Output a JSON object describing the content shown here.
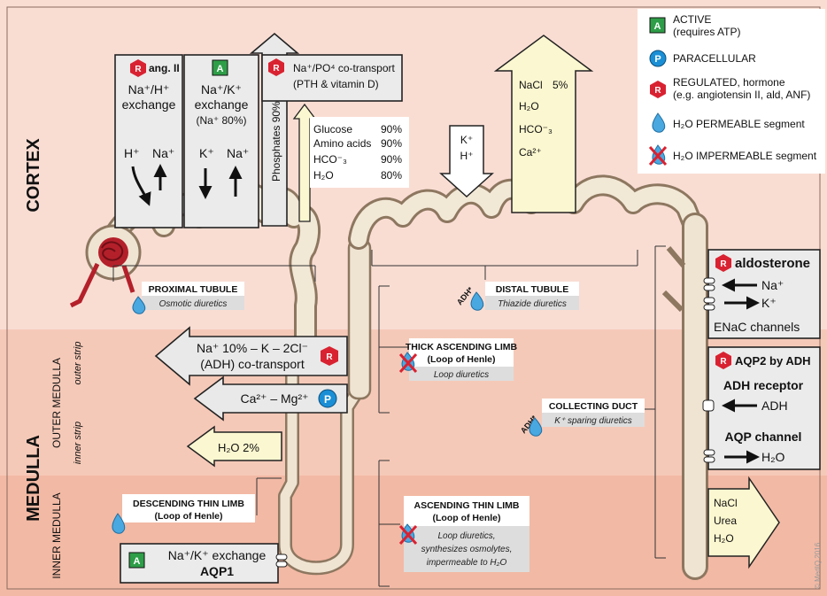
{
  "zones": {
    "cortex": "CORTEX",
    "medulla": "MEDULLA",
    "outer_medulla": "OUTER MEDULLA",
    "inner_medulla": "INNER MEDULLA",
    "outer_strip": "outer strip",
    "inner_strip": "inner strip"
  },
  "colors": {
    "cortex_bg": "#f9ddd3",
    "outer_bg": "#f5c9b8",
    "inner_bg": "#f2b9a4",
    "active_green": "#2e9e48",
    "regulated_red": "#d92231",
    "paracellular_blue": "#1a8fd6",
    "water_blue": "#4aa8e0",
    "nacl_arrow": "#fbf7d0"
  },
  "legend": {
    "active": {
      "badge": "A",
      "line1": "ACTIVE",
      "line2": "(requires ATP)"
    },
    "paracellular": {
      "badge": "P",
      "text": "PARACELLULAR"
    },
    "regulated": {
      "badge": "R",
      "line1": "REGULATED, hormone",
      "line2": "(e.g. angiotensin II, ald, ANF)"
    },
    "h2o_permeable": "H₂O PERMEABLE segment",
    "h2o_impermeable": "H₂O IMPERMEABLE segment"
  },
  "proximal": {
    "ang_box": {
      "badge": "R",
      "hormone": "ang. II",
      "line1": "Na⁺/H⁺",
      "line2": "exchange",
      "ion1": "H⁺",
      "ion2": "Na⁺"
    },
    "nak_box": {
      "badge": "A",
      "line1": "Na⁺/K⁺",
      "line2": "exchange",
      "line3": "(Na⁺ 80%)",
      "ion1": "K⁺",
      "ion2": "Na⁺"
    },
    "phosphates": "Phosphates 90%",
    "po4": {
      "badge": "R",
      "line1": "Na⁺/PO⁴ co-transport",
      "line2": "(PTH & vitamin D)"
    },
    "reabsorption": [
      {
        "name": "Glucose",
        "value": "90%"
      },
      {
        "name": "Amino acids",
        "value": "90%"
      },
      {
        "name": "HCO⁻₃",
        "value": "90%"
      },
      {
        "name": "H₂O",
        "value": "80%"
      }
    ],
    "label": "PROXIMAL TUBULE",
    "sub": "Osmotic diuretics"
  },
  "distal": {
    "kh": [
      "K⁺",
      "H⁺"
    ],
    "nacl": "NaCl",
    "nacl_value": "5%",
    "items": [
      "H₂O",
      "HCO⁻₃",
      "Ca²⁺"
    ],
    "adh": "ADH*",
    "label": "DISTAL TUBULE",
    "sub": "Thiazide diuretics"
  },
  "thick_limb": {
    "arrow1_line1": "Na⁺ 10% – K – 2Cl⁻",
    "arrow1_line2": "(ADH) co-transport",
    "arrow1_badge": "R",
    "arrow2": "Ca²⁺ – Mg²⁺",
    "arrow2_badge": "P",
    "label": "THICK ASCENDING LIMB",
    "label2": "(Loop of Henle)",
    "sub": "Loop diuretics"
  },
  "desc_thin": {
    "h2o": "H₂O   2%",
    "label": "DESCENDING THIN LIMB",
    "label2": "(Loop of Henle)",
    "box": {
      "badge": "A",
      "line1": "Na⁺/K⁺ exchange",
      "line2": "AQP1"
    }
  },
  "asc_thin": {
    "label": "ASCENDING THIN LIMB",
    "label2": "(Loop of Henle)",
    "sub1": "Loop diuretics,",
    "sub2": "synthesizes osmolytes,",
    "sub3": "impermeable to H₂O"
  },
  "collecting": {
    "adh": "ADH*",
    "label": "COLLECTING DUCT",
    "sub": "K⁺ sparing diuretics",
    "box1": {
      "badge": "R",
      "title": "aldosterone",
      "ion1": "Na⁺",
      "ion2": "K⁺",
      "footer": "ENaC channels"
    },
    "box2": {
      "badge": "R",
      "title": "AQP2 by ADH",
      "h1": "ADH receptor",
      "ion1": "ADH",
      "h2": "AQP channel",
      "ion2": "H₂O"
    },
    "out": [
      "NaCl",
      "Urea",
      "H₂O"
    ]
  },
  "copyright": "© MedIQ 2016"
}
